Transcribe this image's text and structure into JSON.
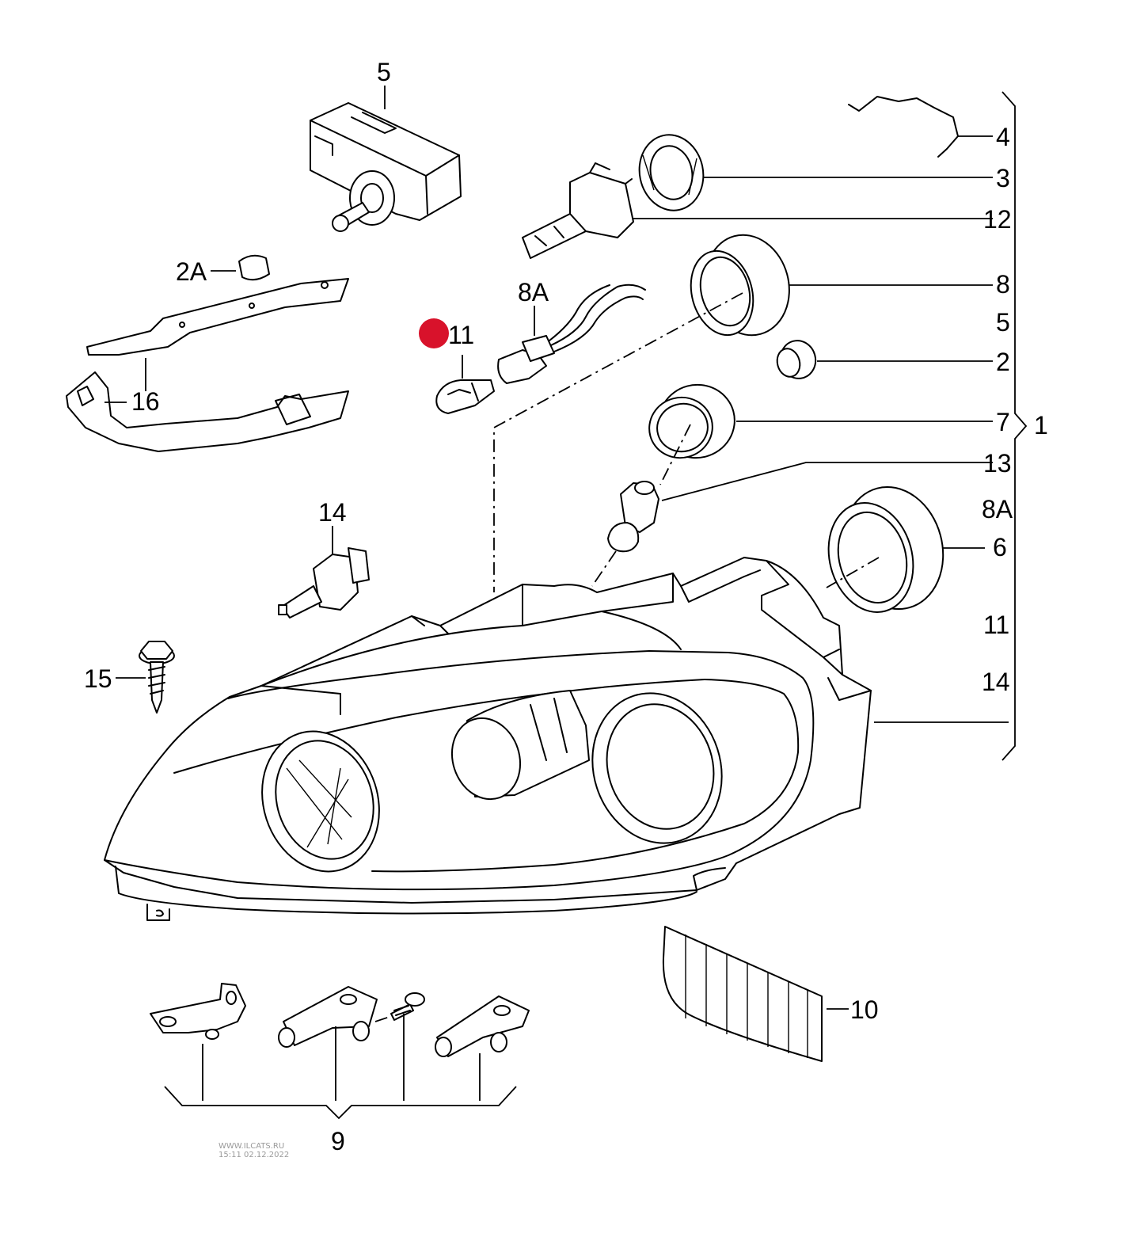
{
  "labels": {
    "p5": "5",
    "p4": "4",
    "p3": "3",
    "p12": "12",
    "p2A": "2A",
    "p8A": "8A",
    "p11": "11",
    "p16": "16",
    "p8": "8",
    "p2": "2",
    "p7": "7",
    "p1": "1",
    "p13": "13",
    "p14": "14",
    "p6": "6",
    "p15": "15",
    "p10": "10",
    "p9": "9"
  },
  "bracket_list": [
    "5",
    "8A",
    "11",
    "14"
  ],
  "watermark": {
    "site": "WWW.ILCATS.RU",
    "stamp": "15:11 02.12.2022"
  },
  "marker_color": "#d8122b"
}
